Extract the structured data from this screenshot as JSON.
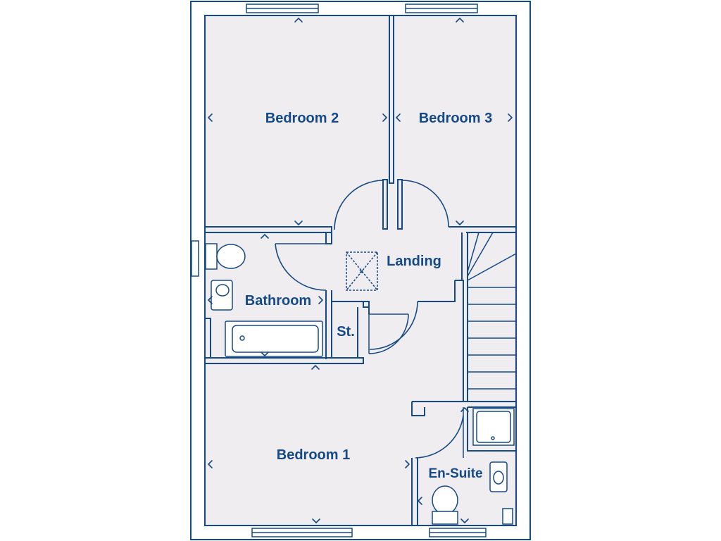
{
  "plan": {
    "rooms": {
      "bedroom_2": "Bedroom 2",
      "bedroom_3": "Bedroom 3",
      "landing": "Landing",
      "bathroom": "Bathroom",
      "store": "St.",
      "bedroom_1": "Bedroom 1",
      "en_suite": "En-Suite"
    }
  },
  "colors": {
    "line": "#154a87",
    "floor": "#efedf0",
    "background": "#ffffff"
  }
}
